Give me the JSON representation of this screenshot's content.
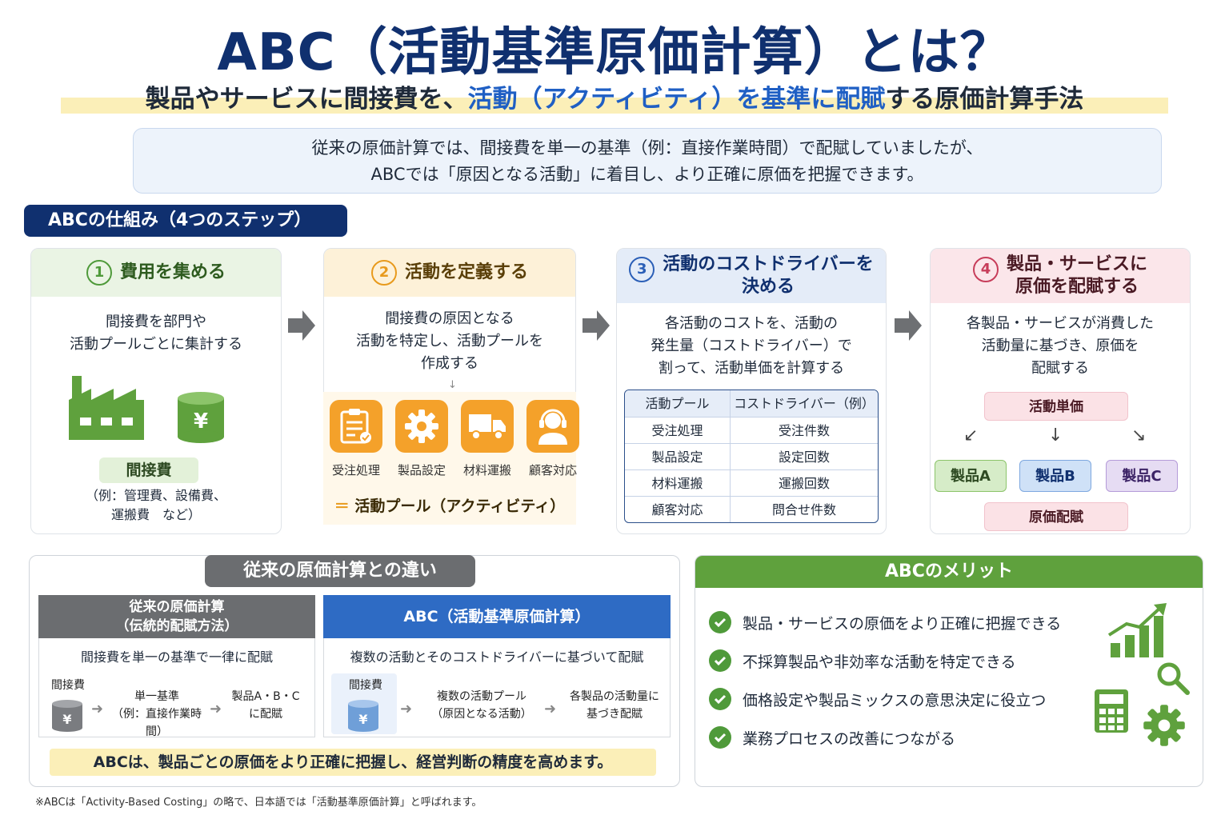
{
  "title": "ABC（活動基準原価計算）とは？",
  "subtitle": {
    "part1": "製品やサービスに間接費を、",
    "part2": "活動（アクティビティ）を基準に配賦",
    "part3": "する原価計算手法"
  },
  "intro": {
    "line1": "従来の原価計算では、間接費を単一の基準（例：直接作業時間）で配賦していましたが、",
    "line2": "ABCでは「原因となる活動」に着目し、より正確に原価を把握できます。"
  },
  "steps_label": "ABCの仕組み（4つのステップ）",
  "steps": [
    {
      "num": "1",
      "title": "費用を集める",
      "desc": [
        "間接費を部門や",
        "活動プールごとに集計する"
      ],
      "cost_tag": "間接費",
      "cost_ex": [
        "（例：管理費、設備費、",
        "運搬費　など）"
      ]
    },
    {
      "num": "2",
      "title": "活動を定義する",
      "desc": [
        "間接費の原因となる",
        "活動を特定し、活動プールを",
        "作成する"
      ],
      "activities": [
        "受注処理",
        "製品設定",
        "材料運搬",
        "顧客対応"
      ],
      "pool_eq": "＝",
      "pool": "活動プール（アクティビティ）"
    },
    {
      "num": "3",
      "title": [
        "活動のコストドライバーを",
        "決める"
      ],
      "desc": [
        "各活動のコストを、活動の",
        "発生量（コストドライバー）で",
        "割って、活動単価を計算する"
      ],
      "table": {
        "headers": [
          "活動プール",
          "コストドライバー（例）"
        ],
        "rows": [
          [
            "受注処理",
            "受注件数"
          ],
          [
            "製品設定",
            "設定回数"
          ],
          [
            "材料運搬",
            "運搬回数"
          ],
          [
            "顧客対応",
            "問合せ件数"
          ]
        ]
      }
    },
    {
      "num": "4",
      "title": [
        "製品・サービスに",
        "原価を配賦する"
      ],
      "desc": [
        "各製品・サービスが消費した",
        "活動量に基づき、原価を",
        "配賦する"
      ],
      "unit_price": "活動単価",
      "products": [
        "製品A",
        "製品B",
        "製品C"
      ],
      "allocation": "原価配賦"
    }
  ],
  "comparison": {
    "title": "従来の原価計算との違い",
    "traditional": {
      "head": [
        "従来の原価計算",
        "（伝統的配賦方法）"
      ],
      "sub": "間接費を単一の基準で一律に配賦",
      "cost": "間接費",
      "basis": [
        "単一基準",
        "（例：直接作業時間）"
      ],
      "result": [
        "製品A・B・C",
        "に配賦"
      ]
    },
    "abc": {
      "head": "ABC（活動基準原価計算）",
      "sub": "複数の活動とそのコストドライバーに基づいて配賦",
      "cost": "間接費",
      "pool": [
        "複数の活動プール",
        "（原因となる活動）"
      ],
      "result": [
        "各製品の活動量に",
        "基づき配賦"
      ]
    },
    "conclusion": "ABCは、製品ごとの原価をより正確に把握し、経営判断の精度を高めます。"
  },
  "merits": {
    "title": "ABCのメリット",
    "items": [
      "製品・サービスの原価をより正確に把握できる",
      "不採算製品や非効率な活動を特定できる",
      "価格設定や製品ミックスの意思決定に役立つ",
      "業務プロセスの改善につながる"
    ]
  },
  "footnote": "※ABCは「Activity-Based Costing」の略で、日本語では「活動基準原価計算」と呼ばれます。",
  "colors": {
    "navy": "#10306f",
    "blue": "#1f5fc4",
    "green": "#4f9a3a",
    "orange": "#f4a12a",
    "pink": "#c73d5a",
    "gray": "#6b6d70"
  }
}
